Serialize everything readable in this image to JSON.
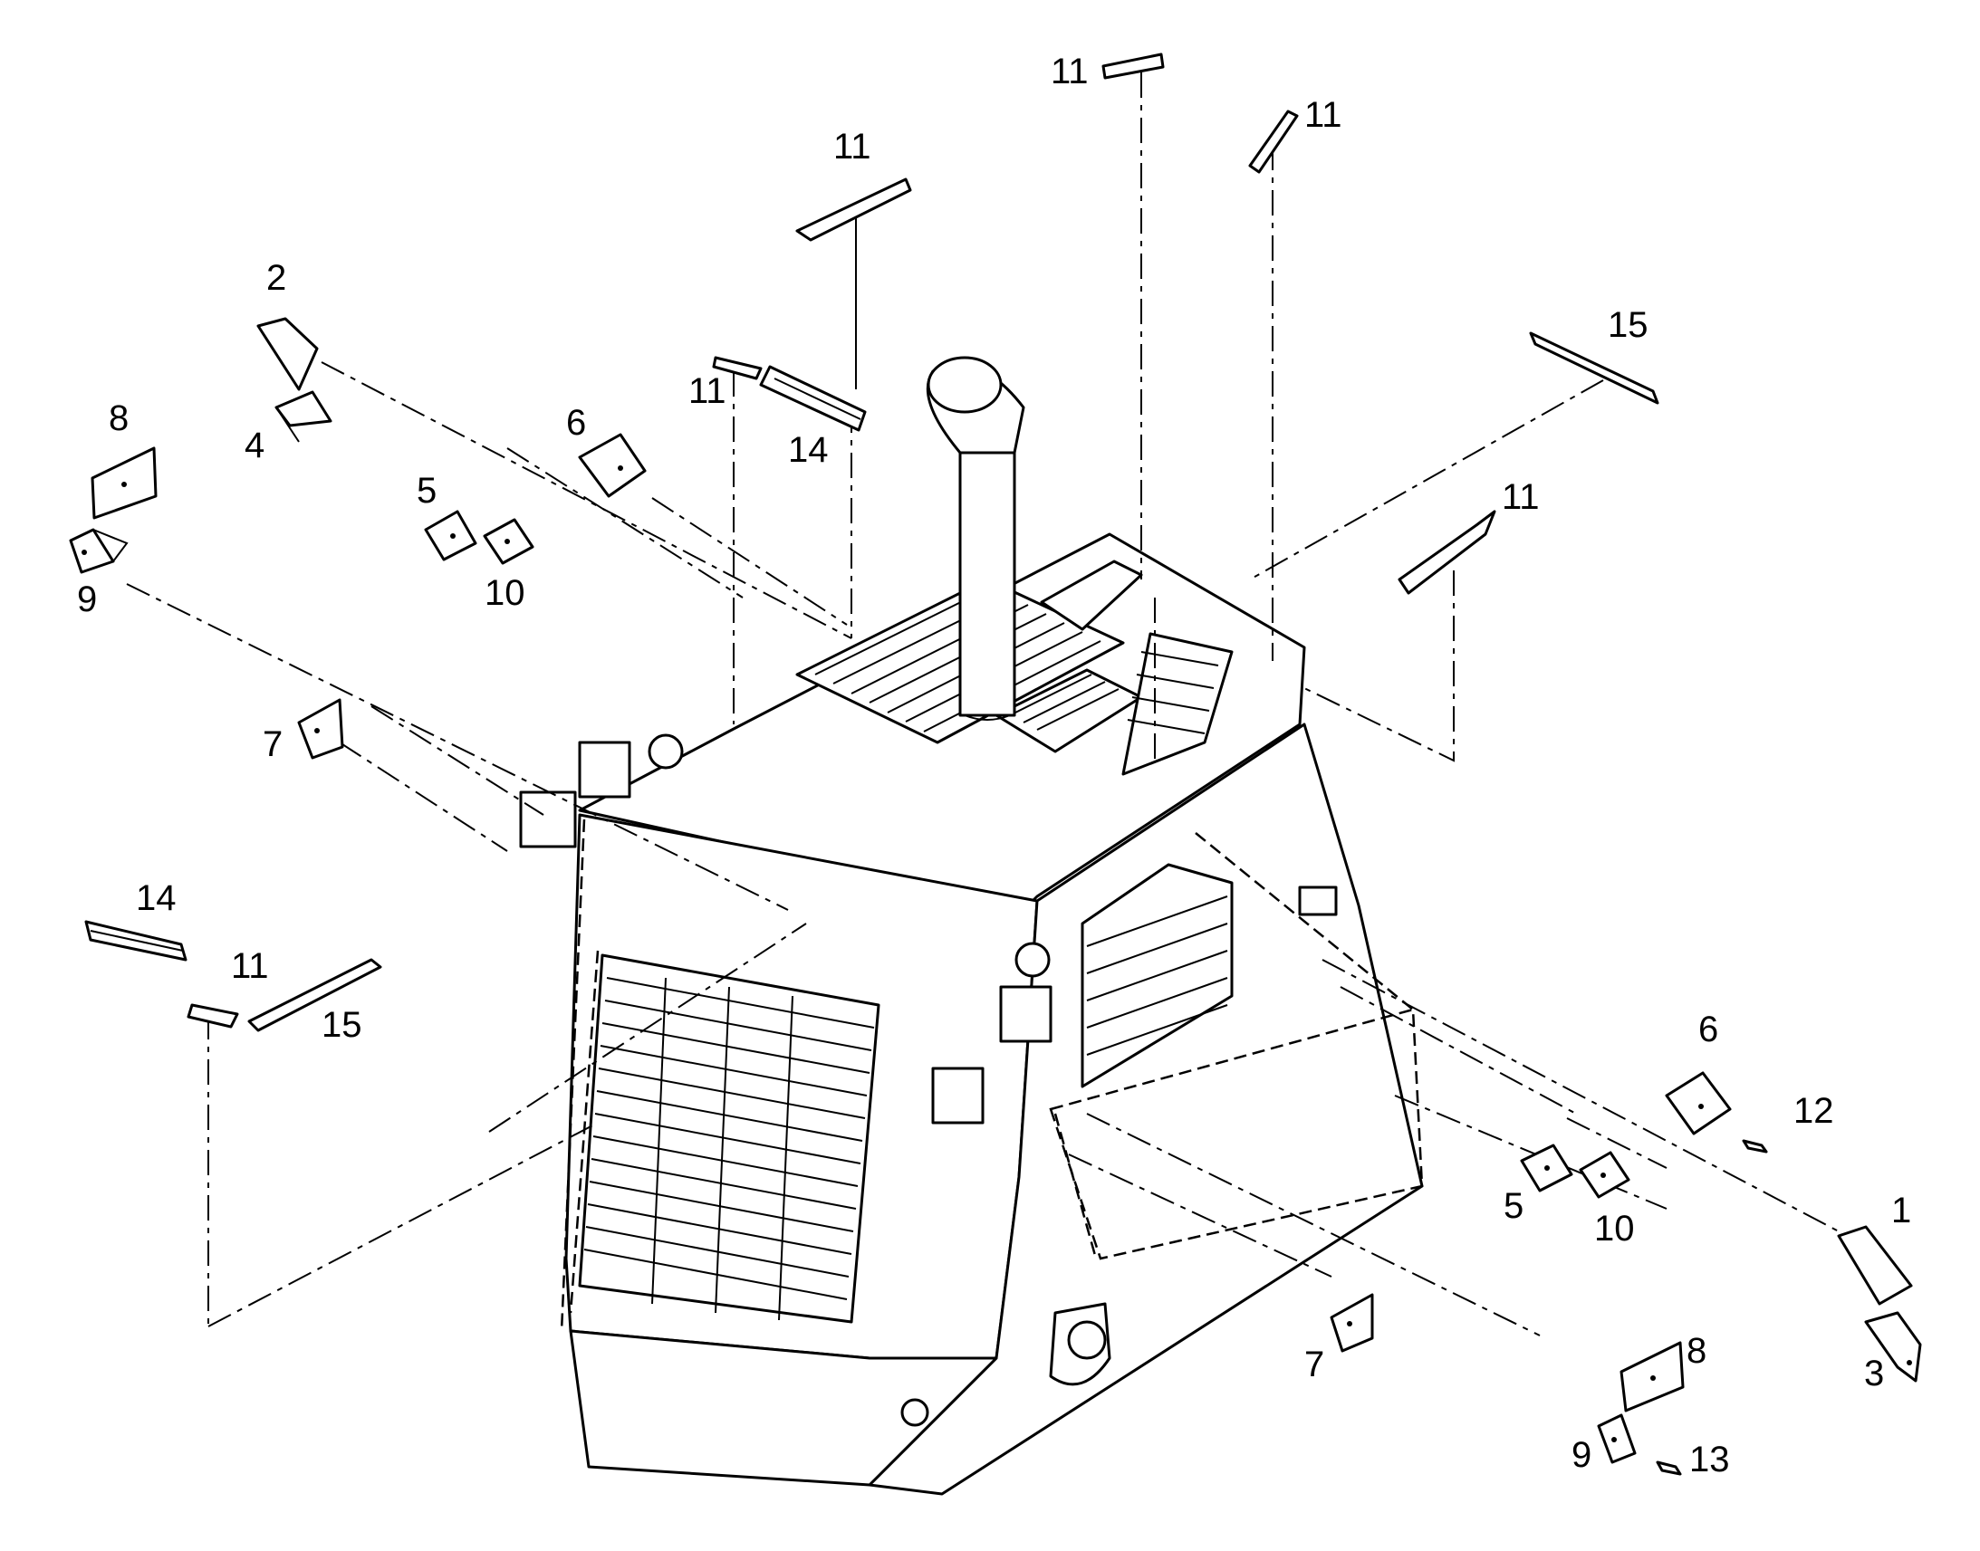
{
  "diagram": {
    "callouts": [
      {
        "id": "c1",
        "text": "1"
      },
      {
        "id": "c2",
        "text": "2"
      },
      {
        "id": "c3",
        "text": "3"
      },
      {
        "id": "c4",
        "text": "4"
      },
      {
        "id": "c5a",
        "text": "5"
      },
      {
        "id": "c5b",
        "text": "5"
      },
      {
        "id": "c6a",
        "text": "6"
      },
      {
        "id": "c6b",
        "text": "6"
      },
      {
        "id": "c7a",
        "text": "7"
      },
      {
        "id": "c7b",
        "text": "7"
      },
      {
        "id": "c8a",
        "text": "8"
      },
      {
        "id": "c8b",
        "text": "8"
      },
      {
        "id": "c9a",
        "text": "9"
      },
      {
        "id": "c9b",
        "text": "9"
      },
      {
        "id": "c10a",
        "text": "10"
      },
      {
        "id": "c10b",
        "text": "10"
      },
      {
        "id": "c11a",
        "text": "11"
      },
      {
        "id": "c11b",
        "text": "11"
      },
      {
        "id": "c11c",
        "text": "11"
      },
      {
        "id": "c11d",
        "text": "11"
      },
      {
        "id": "c11e",
        "text": "11"
      },
      {
        "id": "c11f",
        "text": "11"
      },
      {
        "id": "c12",
        "text": "12"
      },
      {
        "id": "c13",
        "text": "13"
      },
      {
        "id": "c14a",
        "text": "14"
      },
      {
        "id": "c14b",
        "text": "14"
      },
      {
        "id": "c15a",
        "text": "15"
      },
      {
        "id": "c15b",
        "text": "15"
      }
    ]
  }
}
